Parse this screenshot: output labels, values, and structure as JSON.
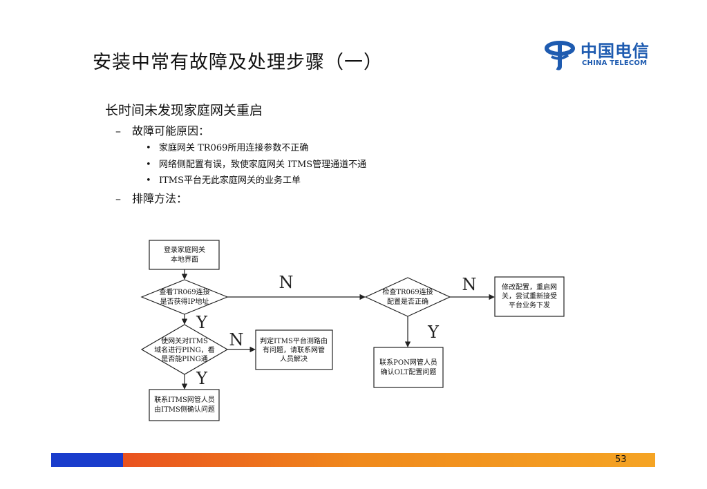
{
  "title": "安装中常有故障及处理步骤（一）",
  "logo": {
    "cn": "中国电信",
    "en": "CHINA TELECOM"
  },
  "content": {
    "heading": "长时间未发现家庭网关重启",
    "causes_label": "故障可能原因：",
    "causes": [
      "家庭网关  TR069所用连接参数不正确",
      "网络侧配置有误，致使家庭网关  ITMS管理通道不通",
      "ITMS平台无此家庭网关的业务工单"
    ],
    "method_label": "排障方法："
  },
  "flowchart": {
    "login": [
      "登录家庭网关",
      "本地界面"
    ],
    "check_ip": [
      "查看TR069连接",
      "是否获得IP地址"
    ],
    "ping": [
      "使网关对ITMS",
      "域名进行PING，看",
      "是否能PING通"
    ],
    "itms_contact": [
      "联系ITMS网管人员",
      "由ITMS侧确认问题"
    ],
    "itms_route": [
      "判定ITMS平台测路由",
      "有问题，请联系网管",
      "人员解决"
    ],
    "check_cfg": [
      "检查TR069连接",
      "配置是否正确"
    ],
    "pon_contact": [
      "联系PON网管人员",
      "确认OLT配置问题"
    ],
    "modify": [
      "修改配置，重启网",
      "关，尝试重新接受",
      "平台业务下发"
    ],
    "labels": {
      "yes": "Y",
      "no": "N"
    }
  },
  "page_number": "53",
  "colors": {
    "brand_blue": "#1e5bb0",
    "bar_blue": "#1a3ccc",
    "bar_orange": "#f39a1e"
  }
}
